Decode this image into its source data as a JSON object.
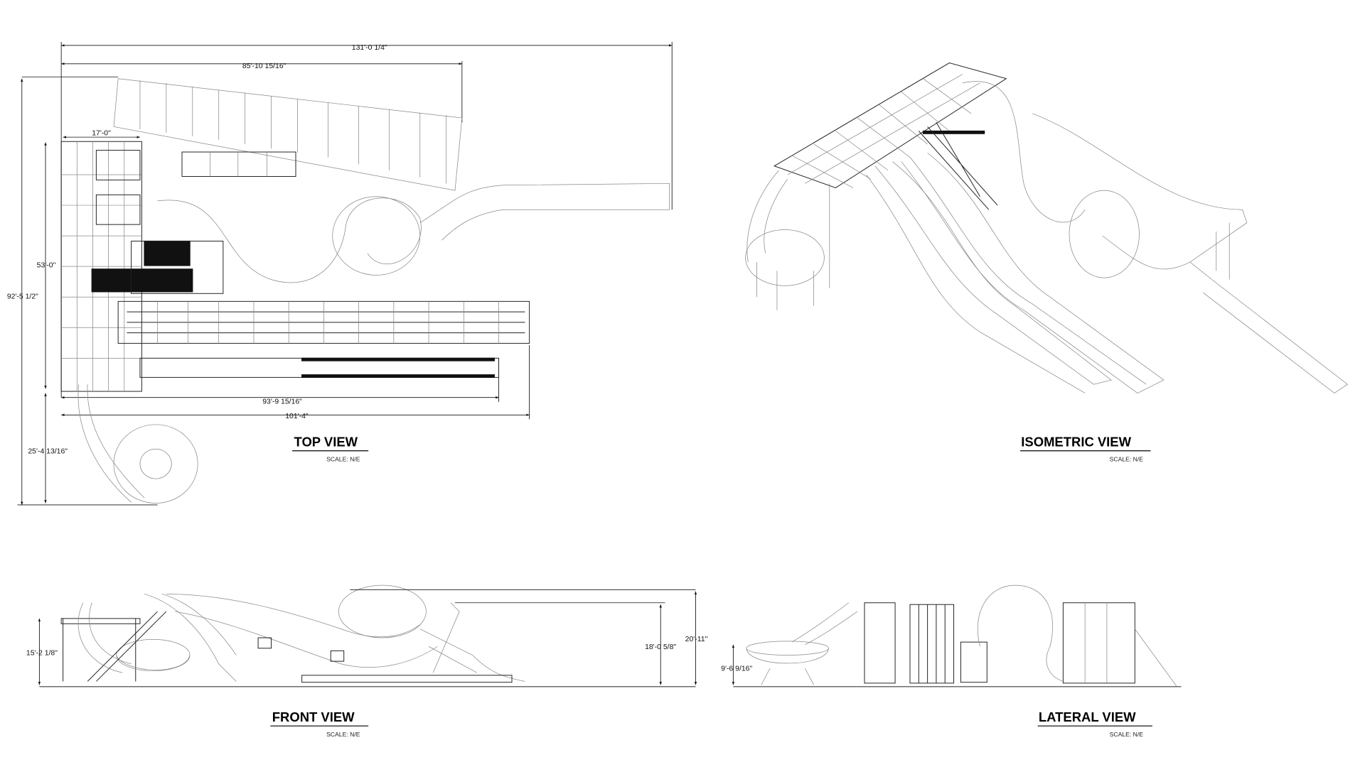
{
  "views": {
    "top": {
      "title": "TOP VIEW",
      "scale": "SCALE: N/E",
      "dimensions": {
        "overall_length": "131'-0 1/4\"",
        "slide_length": "85'-10 15/16\"",
        "tower_width": "17'-0\"",
        "tower_depth": "53'-0\"",
        "overall_depth": "92'-5 1/2\"",
        "bowl_offset": "25'-4 13/16\"",
        "lower_slide_length": "93'-9 15/16\"",
        "mat_racer_length": "101'-4\""
      }
    },
    "isometric": {
      "title": "ISOMETRIC VIEW",
      "scale": "SCALE: N/E"
    },
    "front": {
      "title": "FRONT VIEW",
      "scale": "SCALE: N/E",
      "dimensions": {
        "platform_height": "15'-2 1/8\"",
        "tower_height": "18'-0 5/8\"",
        "overall_height": "20'-11\""
      }
    },
    "lateral": {
      "title": "LATERAL VIEW",
      "scale": "SCALE: N/E",
      "dimensions": {
        "bowl_height": "9'-6 9/16\""
      }
    }
  }
}
